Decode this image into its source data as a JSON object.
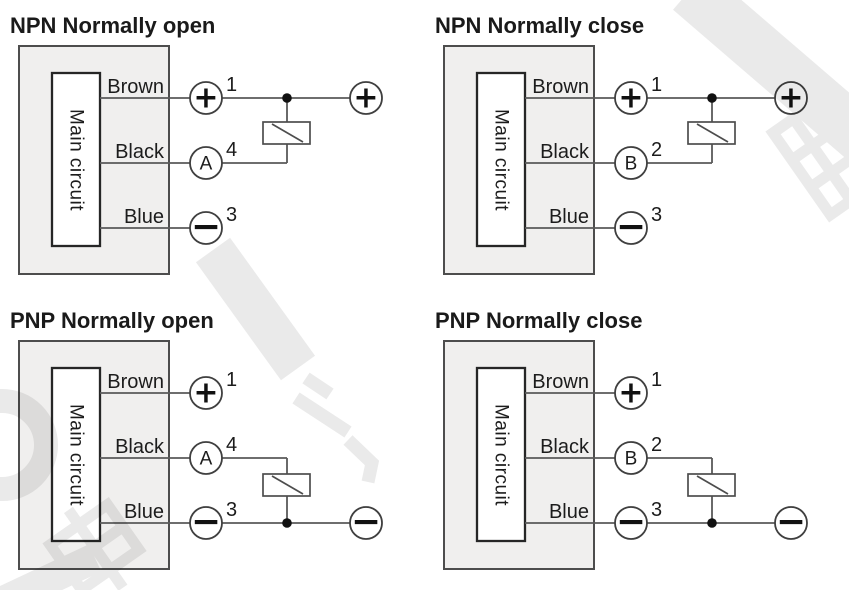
{
  "colors": {
    "background": "#ffffff",
    "wire_line": "#5a5a5a",
    "box_fill": "#f0efee",
    "box_stroke": "#4d4d4d",
    "inner_box_stroke": "#262626",
    "text": "#1c1c1c",
    "watermark": "rgba(0,0,0,0.085)"
  },
  "diagrams": [
    {
      "title": "NPN Normally open",
      "main_box_label": "Main circuit",
      "wires": [
        {
          "label": "Brown",
          "terminal": "+",
          "pin": "1"
        },
        {
          "label": "Black",
          "terminal": "A",
          "pin": "4"
        },
        {
          "label": "Blue",
          "terminal": "−",
          "pin": "3"
        }
      ],
      "bus_terminal": "+"
    },
    {
      "title": "NPN Normally close",
      "main_box_label": "Main circuit",
      "wires": [
        {
          "label": "Brown",
          "terminal": "+",
          "pin": "1"
        },
        {
          "label": "Black",
          "terminal": "B",
          "pin": "2"
        },
        {
          "label": "Blue",
          "terminal": "−",
          "pin": "3"
        }
      ],
      "bus_terminal": "+"
    },
    {
      "title": "PNP Normally open",
      "main_box_label": "Main circuit",
      "wires": [
        {
          "label": "Brown",
          "terminal": "+",
          "pin": "1"
        },
        {
          "label": "Black",
          "terminal": "A",
          "pin": "4"
        },
        {
          "label": "Blue",
          "terminal": "−",
          "pin": "3"
        }
      ],
      "bus_terminal": "−"
    },
    {
      "title": "PNP Normally close",
      "main_box_label": "Main circuit",
      "wires": [
        {
          "label": "Brown",
          "terminal": "+",
          "pin": "1"
        },
        {
          "label": "Black",
          "terminal": "B",
          "pin": "2"
        },
        {
          "label": "Blue",
          "terminal": "−",
          "pin": "3"
        }
      ],
      "bus_terminal": "−"
    }
  ]
}
